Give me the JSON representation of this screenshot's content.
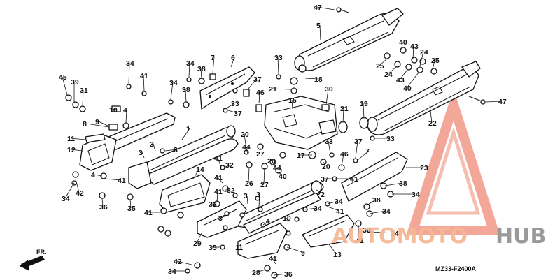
{
  "diagram": {
    "drawing_code": "MZ33-F2400A",
    "direction_label": "FR.",
    "watermark": {
      "brand_a": "AUTOMOTO",
      "brand_b": "HUB"
    },
    "callouts": [
      {
        "id": "c47a",
        "label": "47"
      },
      {
        "id": "c5",
        "label": "5"
      },
      {
        "id": "c40a",
        "label": "40"
      },
      {
        "id": "c43a",
        "label": "43"
      },
      {
        "id": "c24a",
        "label": "24"
      },
      {
        "id": "c25a",
        "label": "25"
      },
      {
        "id": "c25b",
        "label": "25"
      },
      {
        "id": "c24b",
        "label": "24"
      },
      {
        "id": "c43b",
        "label": "43"
      },
      {
        "id": "c40b",
        "label": "40"
      },
      {
        "id": "c47b",
        "label": "47"
      },
      {
        "id": "c33a",
        "label": "33"
      },
      {
        "id": "c18",
        "label": "18"
      },
      {
        "id": "c21a",
        "label": "21"
      },
      {
        "id": "c30",
        "label": "30"
      },
      {
        "id": "c19",
        "label": "19"
      },
      {
        "id": "c22",
        "label": "22"
      },
      {
        "id": "c15",
        "label": "15"
      },
      {
        "id": "c21b",
        "label": "21"
      },
      {
        "id": "c33b",
        "label": "33"
      },
      {
        "id": "c45",
        "label": "45"
      },
      {
        "id": "c39",
        "label": "39"
      },
      {
        "id": "c31",
        "label": "31"
      },
      {
        "id": "c34a",
        "label": "34"
      },
      {
        "id": "c41a",
        "label": "41"
      },
      {
        "id": "c34b",
        "label": "34"
      },
      {
        "id": "c38a",
        "label": "38"
      },
      {
        "id": "c7a",
        "label": "7"
      },
      {
        "id": "c6",
        "label": "6"
      },
      {
        "id": "c34c",
        "label": "34"
      },
      {
        "id": "c38b",
        "label": "38"
      },
      {
        "id": "c37a",
        "label": "37"
      },
      {
        "id": "c46a",
        "label": "46"
      },
      {
        "id": "c33c",
        "label": "33"
      },
      {
        "id": "c37b",
        "label": "37"
      },
      {
        "id": "c10",
        "label": "10"
      },
      {
        "id": "c9",
        "label": "9"
      },
      {
        "id": "c4a",
        "label": "4"
      },
      {
        "id": "c8",
        "label": "8"
      },
      {
        "id": "c11a",
        "label": "11"
      },
      {
        "id": "c12",
        "label": "12"
      },
      {
        "id": "c1",
        "label": "1"
      },
      {
        "id": "c3a",
        "label": "3"
      },
      {
        "id": "c3b",
        "label": "3"
      },
      {
        "id": "c3c",
        "label": "3"
      },
      {
        "id": "c4b",
        "label": "4"
      },
      {
        "id": "c41b",
        "label": "41"
      },
      {
        "id": "c34d",
        "label": "34"
      },
      {
        "id": "c42a",
        "label": "42"
      },
      {
        "id": "c36a",
        "label": "36"
      },
      {
        "id": "c35a",
        "label": "35"
      },
      {
        "id": "c14",
        "label": "14"
      },
      {
        "id": "c41c",
        "label": "41"
      },
      {
        "id": "c32a",
        "label": "32"
      },
      {
        "id": "c41d",
        "label": "41"
      },
      {
        "id": "c32b",
        "label": "32"
      },
      {
        "id": "c41e",
        "label": "41"
      },
      {
        "id": "c32c",
        "label": "32"
      },
      {
        "id": "c41f",
        "label": "41"
      },
      {
        "id": "c29",
        "label": "29"
      },
      {
        "id": "c35b",
        "label": "35"
      },
      {
        "id": "c11b",
        "label": "11"
      },
      {
        "id": "c42b",
        "label": "42"
      },
      {
        "id": "c34e",
        "label": "34"
      },
      {
        "id": "c28",
        "label": "28"
      },
      {
        "id": "c41g",
        "label": "41"
      },
      {
        "id": "c36b",
        "label": "36"
      },
      {
        "id": "c9b",
        "label": "9"
      },
      {
        "id": "c10b",
        "label": "10"
      },
      {
        "id": "c3d",
        "label": "3"
      },
      {
        "id": "c3e",
        "label": "3"
      },
      {
        "id": "c3f",
        "label": "3"
      },
      {
        "id": "c4c",
        "label": "4"
      },
      {
        "id": "c20a",
        "label": "20"
      },
      {
        "id": "c44a",
        "label": "44"
      },
      {
        "id": "c27a",
        "label": "27"
      },
      {
        "id": "c26a",
        "label": "26"
      },
      {
        "id": "c44b",
        "label": "44"
      },
      {
        "id": "c26b",
        "label": "26"
      },
      {
        "id": "c27b",
        "label": "27"
      },
      {
        "id": "c40c",
        "label": "40"
      },
      {
        "id": "c17",
        "label": "17"
      },
      {
        "id": "c20b",
        "label": "20"
      },
      {
        "id": "c33d",
        "label": "33"
      },
      {
        "id": "c46b",
        "label": "46"
      },
      {
        "id": "c37c",
        "label": "37"
      },
      {
        "id": "c7b",
        "label": "7"
      },
      {
        "id": "c37d",
        "label": "37"
      },
      {
        "id": "c2",
        "label": "2"
      },
      {
        "id": "c34f",
        "label": "34"
      },
      {
        "id": "c34g",
        "label": "34"
      },
      {
        "id": "c41h",
        "label": "41"
      },
      {
        "id": "c41i",
        "label": "41"
      },
      {
        "id": "c23",
        "label": "23"
      },
      {
        "id": "c38c",
        "label": "38"
      },
      {
        "id": "c34h",
        "label": "34"
      },
      {
        "id": "c38d",
        "label": "38"
      },
      {
        "id": "c34i",
        "label": "34"
      },
      {
        "id": "c34j",
        "label": "34"
      },
      {
        "id": "c13",
        "label": "13"
      },
      {
        "id": "c41j",
        "label": "41"
      },
      {
        "id": "c33e",
        "label": "33"
      }
    ]
  }
}
